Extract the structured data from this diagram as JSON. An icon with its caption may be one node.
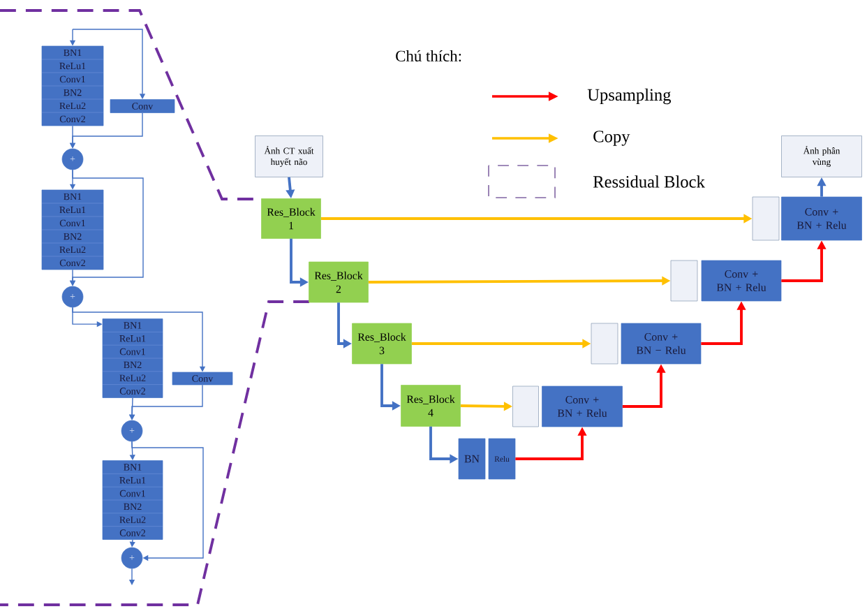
{
  "diagram": {
    "nodes": [
      {
        "text": [
          "BN1",
          "ReLu1",
          "Conv1",
          "BN2",
          "ReLu2",
          "Conv2"
        ]
      },
      {
        "text": [
          "Conv"
        ]
      },
      {
        "text": [
          "+"
        ]
      },
      {
        "text": [
          "BN1",
          "ReLu1",
          "Conv1",
          "BN2",
          "ReLu2",
          "Conv2"
        ]
      },
      {
        "text": [
          "+"
        ]
      },
      {
        "text": [
          "BN1",
          "ReLu1",
          "Conv1",
          "BN2",
          "ReLu2",
          "Conv2"
        ]
      },
      {
        "text": [
          "Conv"
        ]
      },
      {
        "text": [
          "+"
        ]
      },
      {
        "text": [
          "BN1",
          "ReLu1",
          "Conv1",
          "BN2",
          "ReLu2",
          "Conv2"
        ]
      },
      {
        "text": [
          "+"
        ]
      },
      {
        "text": [
          "Ảnh CT xuất huyết não"
        ]
      },
      {
        "text": [
          "Res_Block 1"
        ]
      },
      {
        "text": [
          "Res_Block 2"
        ]
      },
      {
        "text": [
          "Res_Block 3"
        ]
      },
      {
        "text": [
          "Res_Block 4"
        ]
      },
      {
        "text": [
          "BN"
        ]
      },
      {
        "text": [
          "Relu"
        ]
      },
      {
        "text": [],
        "shape": "box"
      },
      {
        "text": [
          "Conv + BN + Relu"
        ]
      },
      {
        "text": [],
        "shape": "box"
      },
      {
        "text": [
          "Conv + BN − Relu"
        ]
      },
      {
        "text": [],
        "shape": "box"
      },
      {
        "text": [
          "Conv + BN + Relu"
        ]
      },
      {
        "text": [],
        "shape": "box"
      },
      {
        "text": [
          "Conv + BN + Relu"
        ]
      },
      {
        "text": [
          "Ảnh phân vùng"
        ]
      }
    ],
    "edges": [
      {
        "from": null,
        "to": 0,
        "arrow": "to"
      },
      {
        "from": null,
        "to": 1,
        "arrow": "to"
      },
      {
        "from": 0,
        "to": 2,
        "arrow": "to"
      },
      {
        "from": 1,
        "to": 2,
        "arrow": "to"
      },
      {
        "from": 2,
        "to": 3,
        "arrow": "to"
      },
      {
        "from": 2,
        "to": 4,
        "arrow": "to"
      },
      {
        "from": 3,
        "to": 4,
        "arrow": "to"
      },
      {
        "from": 4,
        "to": 5,
        "arrow": "to"
      },
      {
        "from": 4,
        "to": 6,
        "arrow": "to"
      },
      {
        "from": 5,
        "to": 7,
        "arrow": "to"
      },
      {
        "from": 6,
        "to": 7,
        "arrow": "to"
      },
      {
        "from": 7,
        "to": 8,
        "arrow": "to"
      },
      {
        "from": 7,
        "to": 9,
        "arrow": "to"
      },
      {
        "from": 8,
        "to": 9,
        "arrow": "to"
      },
      {
        "from": 9,
        "to": null,
        "arrow": "to"
      },
      {
        "from": 10,
        "to": 11,
        "arrow": "to",
        "style": "thick"
      },
      {
        "from": 11,
        "to": 12,
        "arrow": "to",
        "style": "thick"
      },
      {
        "from": 12,
        "to": 13,
        "arrow": "to",
        "style": "thick"
      },
      {
        "from": 13,
        "to": 14,
        "arrow": "to",
        "style": "thick"
      },
      {
        "from": 14,
        "to": 15,
        "arrow": "to",
        "style": "thick"
      },
      {
        "from": 11,
        "to": 23,
        "arrow": "to",
        "style": "thick",
        "color": "#ffc000"
      },
      {
        "from": 12,
        "to": 21,
        "arrow": "to",
        "style": "thick",
        "color": "#ffc000"
      },
      {
        "from": 13,
        "to": 19,
        "arrow": "to",
        "style": "thick",
        "color": "#ffc000"
      },
      {
        "from": 14,
        "to": 17,
        "arrow": "to",
        "style": "thick",
        "color": "#ffc000"
      },
      {
        "from": 16,
        "to": 18,
        "arrow": "to",
        "style": "thick",
        "color": "#ff0000"
      },
      {
        "from": 18,
        "to": 20,
        "arrow": "to",
        "style": "thick",
        "color": "#ff0000"
      },
      {
        "from": 20,
        "to": 22,
        "arrow": "to",
        "style": "thick",
        "color": "#ff0000"
      },
      {
        "from": 22,
        "to": 24,
        "arrow": "to",
        "style": "thick",
        "color": "#ff0000"
      },
      {
        "from": 24,
        "to": 25,
        "arrow": "to",
        "style": "thick"
      }
    ],
    "labels": [
      "Chú thích:"
    ],
    "legend": [
      {
        "text": "Upsampling"
      },
      {
        "text": "Copy"
      },
      {
        "text": "Ressidual Block"
      }
    ]
  }
}
